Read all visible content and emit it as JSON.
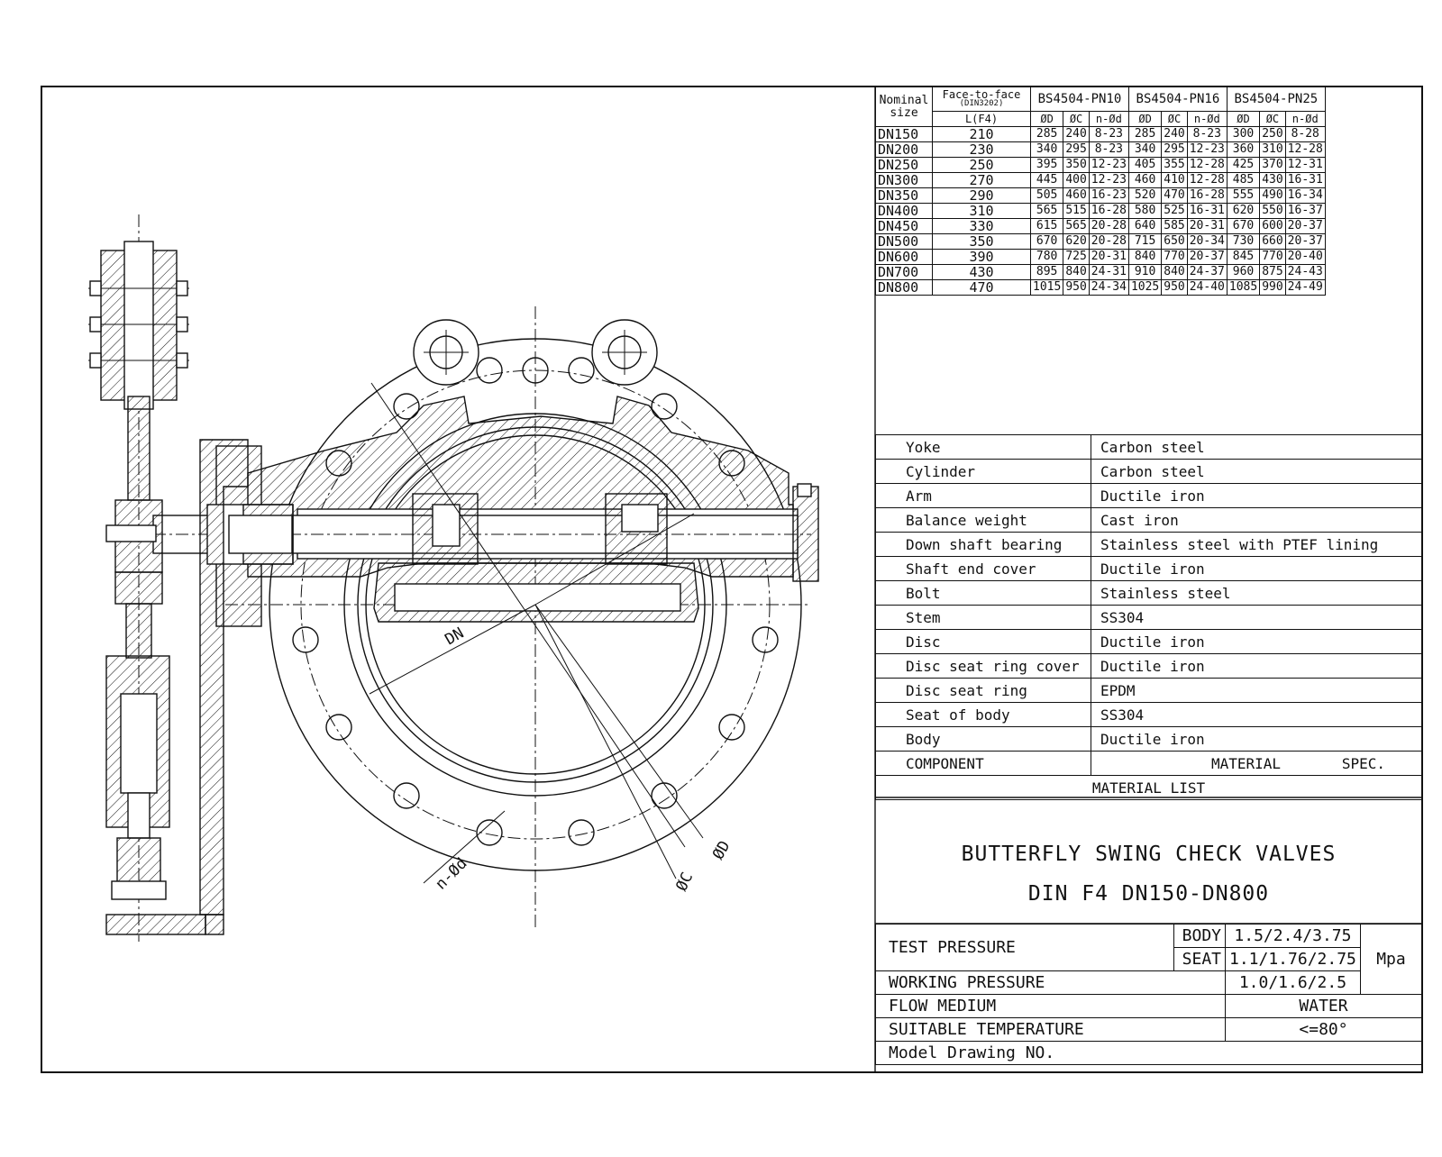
{
  "size_table": {
    "header": {
      "nominal_size": "Nominal size",
      "face_to_face": "Face-to-face",
      "face_to_face_std": "(DIN3202)",
      "l_label": "L(F4)",
      "groups": [
        "BS4504-PN10",
        "BS4504-PN16",
        "BS4504-PN25"
      ],
      "sub": [
        "ØD",
        "ØC",
        "n-Ød"
      ]
    },
    "rows": [
      {
        "dn": "DN150",
        "l": "210",
        "pn10": [
          "285",
          "240",
          "8-23"
        ],
        "pn16": [
          "285",
          "240",
          "8-23"
        ],
        "pn25": [
          "300",
          "250",
          "8-28"
        ]
      },
      {
        "dn": "DN200",
        "l": "230",
        "pn10": [
          "340",
          "295",
          "8-23"
        ],
        "pn16": [
          "340",
          "295",
          "12-23"
        ],
        "pn25": [
          "360",
          "310",
          "12-28"
        ]
      },
      {
        "dn": "DN250",
        "l": "250",
        "pn10": [
          "395",
          "350",
          "12-23"
        ],
        "pn16": [
          "405",
          "355",
          "12-28"
        ],
        "pn25": [
          "425",
          "370",
          "12-31"
        ]
      },
      {
        "dn": "DN300",
        "l": "270",
        "pn10": [
          "445",
          "400",
          "12-23"
        ],
        "pn16": [
          "460",
          "410",
          "12-28"
        ],
        "pn25": [
          "485",
          "430",
          "16-31"
        ]
      },
      {
        "dn": "DN350",
        "l": "290",
        "pn10": [
          "505",
          "460",
          "16-23"
        ],
        "pn16": [
          "520",
          "470",
          "16-28"
        ],
        "pn25": [
          "555",
          "490",
          "16-34"
        ]
      },
      {
        "dn": "DN400",
        "l": "310",
        "pn10": [
          "565",
          "515",
          "16-28"
        ],
        "pn16": [
          "580",
          "525",
          "16-31"
        ],
        "pn25": [
          "620",
          "550",
          "16-37"
        ]
      },
      {
        "dn": "DN450",
        "l": "330",
        "pn10": [
          "615",
          "565",
          "20-28"
        ],
        "pn16": [
          "640",
          "585",
          "20-31"
        ],
        "pn25": [
          "670",
          "600",
          "20-37"
        ]
      },
      {
        "dn": "DN500",
        "l": "350",
        "pn10": [
          "670",
          "620",
          "20-28"
        ],
        "pn16": [
          "715",
          "650",
          "20-34"
        ],
        "pn25": [
          "730",
          "660",
          "20-37"
        ]
      },
      {
        "dn": "DN600",
        "l": "390",
        "pn10": [
          "780",
          "725",
          "20-31"
        ],
        "pn16": [
          "840",
          "770",
          "20-37"
        ],
        "pn25": [
          "845",
          "770",
          "20-40"
        ]
      },
      {
        "dn": "DN700",
        "l": "430",
        "pn10": [
          "895",
          "840",
          "24-31"
        ],
        "pn16": [
          "910",
          "840",
          "24-37"
        ],
        "pn25": [
          "960",
          "875",
          "24-43"
        ]
      },
      {
        "dn": "DN800",
        "l": "470",
        "pn10": [
          "1015",
          "950",
          "24-34"
        ],
        "pn16": [
          "1025",
          "950",
          "24-40"
        ],
        "pn25": [
          "1085",
          "990",
          "24-49"
        ]
      }
    ]
  },
  "material_list": {
    "rows": [
      {
        "component": "Yoke",
        "material": "Carbon steel"
      },
      {
        "component": "Cylinder",
        "material": "Carbon steel"
      },
      {
        "component": "Arm",
        "material": "Ductile iron"
      },
      {
        "component": "Balance weight",
        "material": "Cast iron"
      },
      {
        "component": "Down shaft bearing",
        "material": "Stainless steel with PTEF lining"
      },
      {
        "component": "Shaft end cover",
        "material": "Ductile iron"
      },
      {
        "component": "Bolt",
        "material": "Stainless steel"
      },
      {
        "component": "Stem",
        "material": "SS304"
      },
      {
        "component": "Disc",
        "material": "Ductile iron"
      },
      {
        "component": "Disc seat ring cover",
        "material": "Ductile iron"
      },
      {
        "component": "Disc seat ring",
        "material": "EPDM"
      },
      {
        "component": "Seat of body",
        "material": "SS304"
      },
      {
        "component": "Body",
        "material": "Ductile iron"
      }
    ],
    "header_component": "COMPONENT",
    "header_material": "MATERIAL",
    "header_spec": "SPEC.",
    "title": "MATERIAL LIST"
  },
  "title_block": {
    "title": "BUTTERFLY SWING CHECK VALVES",
    "subtitle": "DIN F4 DN150-DN800",
    "test_pressure": "TEST PRESSURE",
    "body_label": "BODY",
    "body_value": "1.5/2.4/3.75",
    "seat_label": "SEAT",
    "seat_value": "1.1/1.76/2.75",
    "unit": "Mpa",
    "working_pressure": "WORKING PRESSURE",
    "working_value": "1.0/1.6/2.5",
    "flow_medium": "FLOW MEDIUM",
    "flow_value": "WATER",
    "temperature": "SUITABLE TEMPERATURE",
    "temperature_value": "<=80°",
    "model_drawing": "Model Drawing NO."
  },
  "drawing_labels": {
    "dn": "DN",
    "od": "ØD",
    "oc": "ØC",
    "nd": "n-Ød"
  }
}
